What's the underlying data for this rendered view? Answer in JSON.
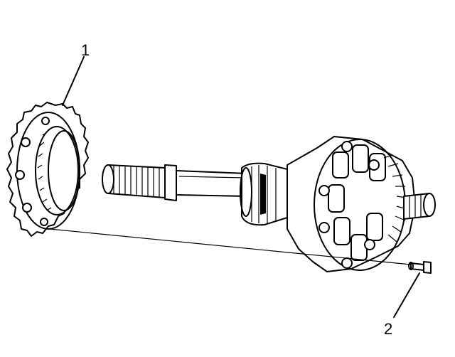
{
  "figure": {
    "callouts": [
      {
        "label": "1",
        "part": "sprocket"
      },
      {
        "label": "2",
        "part": "bolt"
      }
    ],
    "colors": {
      "line": "#000000",
      "background": "#ffffff"
    }
  }
}
